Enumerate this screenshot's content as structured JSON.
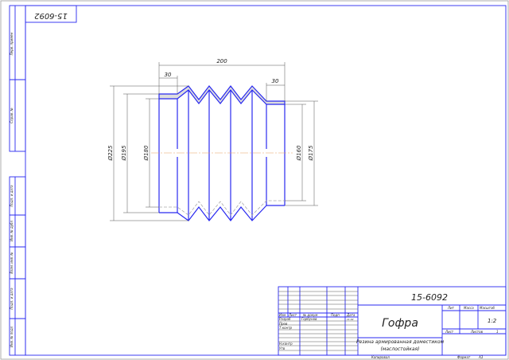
{
  "drawing_number": "15-6092",
  "title": "Гофра",
  "material_line1": "Резина армированная доместиком",
  "material_line2": "(маслостойкая)",
  "dimensions": {
    "length": "200",
    "left_cuff": "30",
    "right_cuff": "30",
    "d225": "Ø225",
    "d195": "Ø195",
    "d180": "Ø180",
    "d160": "Ø160",
    "d175": "Ø175"
  },
  "title_block": {
    "headers": {
      "izm": "Изм",
      "list": "Лист",
      "doc": "№ докум",
      "podp": "Подп",
      "date": "Дата"
    },
    "roles": {
      "razrab": "Разраб",
      "prov": "Пров",
      "tkontr": "Т.контр",
      "nkontr": "Н.контр",
      "utv": "Утв"
    },
    "developer": "Горбунов",
    "dev_date": "11.02",
    "lit": "Лит",
    "massa": "Масса",
    "masshtab": "Масштаб",
    "scale": "1:2",
    "sheet": "Лист",
    "sheets": "Листов",
    "sheets_count": "1",
    "copied": "Копировал",
    "format_label": "Формат",
    "format": "А3"
  },
  "left_strip": [
    "Перв. примен",
    "Справ. №",
    "Подп. и дата",
    "Инв. № дубл",
    "Взам. инв. №",
    "Подп. и дата",
    "Инв. № подл"
  ]
}
